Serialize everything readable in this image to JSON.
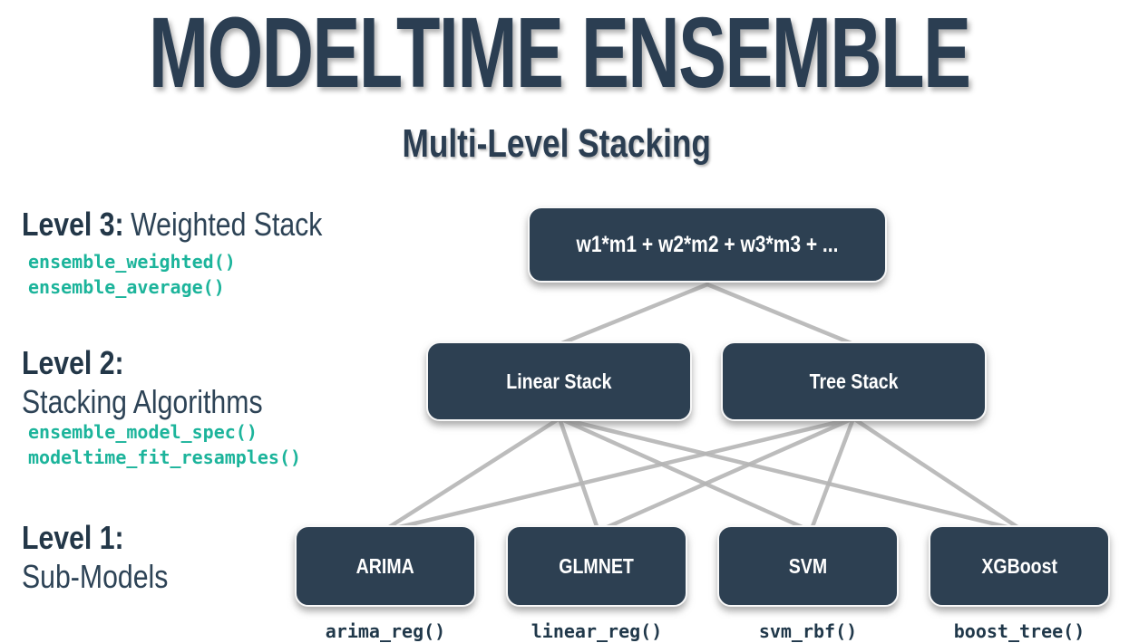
{
  "title": "MODELTIME ENSEMBLE",
  "subtitle": "Multi-Level Stacking",
  "levels": {
    "level3": {
      "heading_bold": "Level 3:",
      "heading_rest": "Weighted Stack",
      "functions": [
        "ensemble_weighted()",
        "ensemble_average()"
      ]
    },
    "level2": {
      "heading_bold": "Level 2:",
      "heading_rest": "Stacking Algorithms",
      "functions": [
        "ensemble_model_spec()",
        "modeltime_fit_resamples()"
      ]
    },
    "level1": {
      "heading_bold": "Level 1:",
      "heading_rest": "Sub-Models"
    }
  },
  "diagram": {
    "weighted_stack_box": "w1*m1 + w2*m2 + w3*m3 + ...",
    "stacking_boxes": [
      {
        "label": "Linear Stack"
      },
      {
        "label": "Tree Stack"
      }
    ],
    "sub_model_boxes": [
      {
        "label": "ARIMA",
        "function": "arima_reg()"
      },
      {
        "label": "GLMNET",
        "function": "linear_reg()"
      },
      {
        "label": "SVM",
        "function": "svm_rbf()"
      },
      {
        "label": "XGBoost",
        "function": "boost_tree()"
      }
    ]
  },
  "colors": {
    "box_fill": "#2d4052",
    "title_navy": "#2b3e52",
    "code_teal": "#1cb49b",
    "code_dark": "#20384a",
    "connector_gray": "#b5b5b5"
  }
}
